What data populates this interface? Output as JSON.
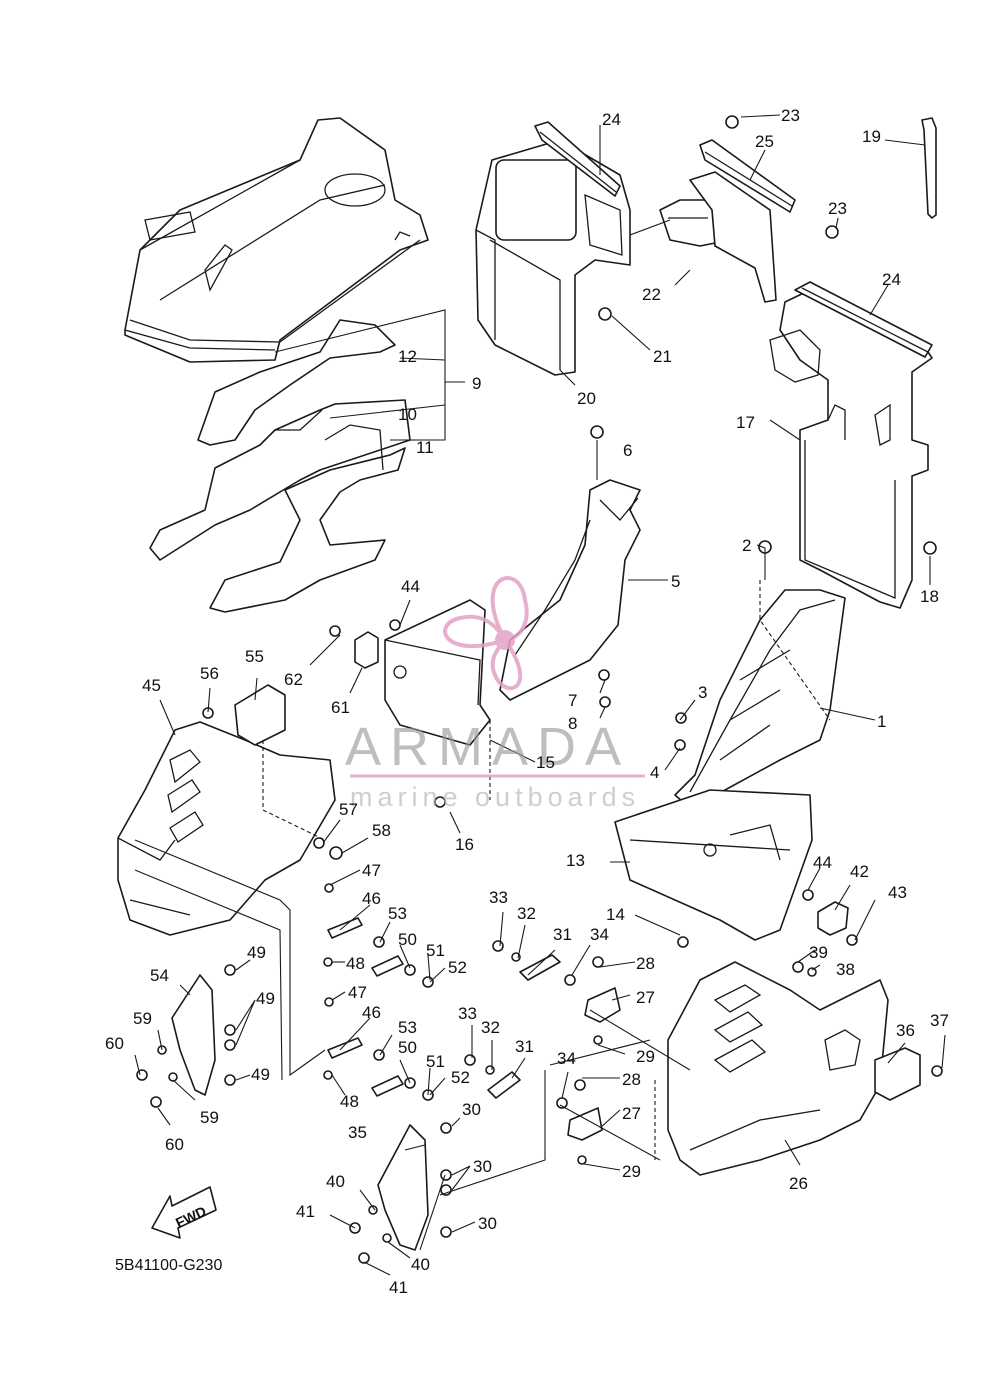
{
  "diagram_code": "5B41100-G230",
  "fwd_label": "FWD",
  "watermark": {
    "name": "ARMADA",
    "tagline": "marine outboards",
    "accent_color": "#e2a2c6"
  },
  "callouts": {
    "n1": "1",
    "n2": "2",
    "n3": "3",
    "n4": "4",
    "n5": "5",
    "n6": "6",
    "n7": "7",
    "n8": "8",
    "n9": "9",
    "n10": "10",
    "n11": "11",
    "n12": "12",
    "n13": "13",
    "n14": "14",
    "n15": "15",
    "n16": "16",
    "n17": "17",
    "n18": "18",
    "n19": "19",
    "n20": "20",
    "n21": "21",
    "n22": "22",
    "n23": "23",
    "n24": "24",
    "n25": "25",
    "n26": "26",
    "n27": "27",
    "n28": "28",
    "n29": "29",
    "n30": "30",
    "n31": "31",
    "n32": "32",
    "n33": "33",
    "n34": "34",
    "n35": "35",
    "n36": "36",
    "n37": "37",
    "n38": "38",
    "n39": "39",
    "n40": "40",
    "n41": "41",
    "n42": "42",
    "n43": "43",
    "n44": "44",
    "n45": "45",
    "n46": "46",
    "n47": "47",
    "n48": "48",
    "n49": "49",
    "n50": "50",
    "n51": "51",
    "n52": "52",
    "n53": "53",
    "n54": "54",
    "n55": "55",
    "n56": "56",
    "n57": "57",
    "n58": "58",
    "n59": "59",
    "n60": "60",
    "n61": "61",
    "n62": "62"
  }
}
